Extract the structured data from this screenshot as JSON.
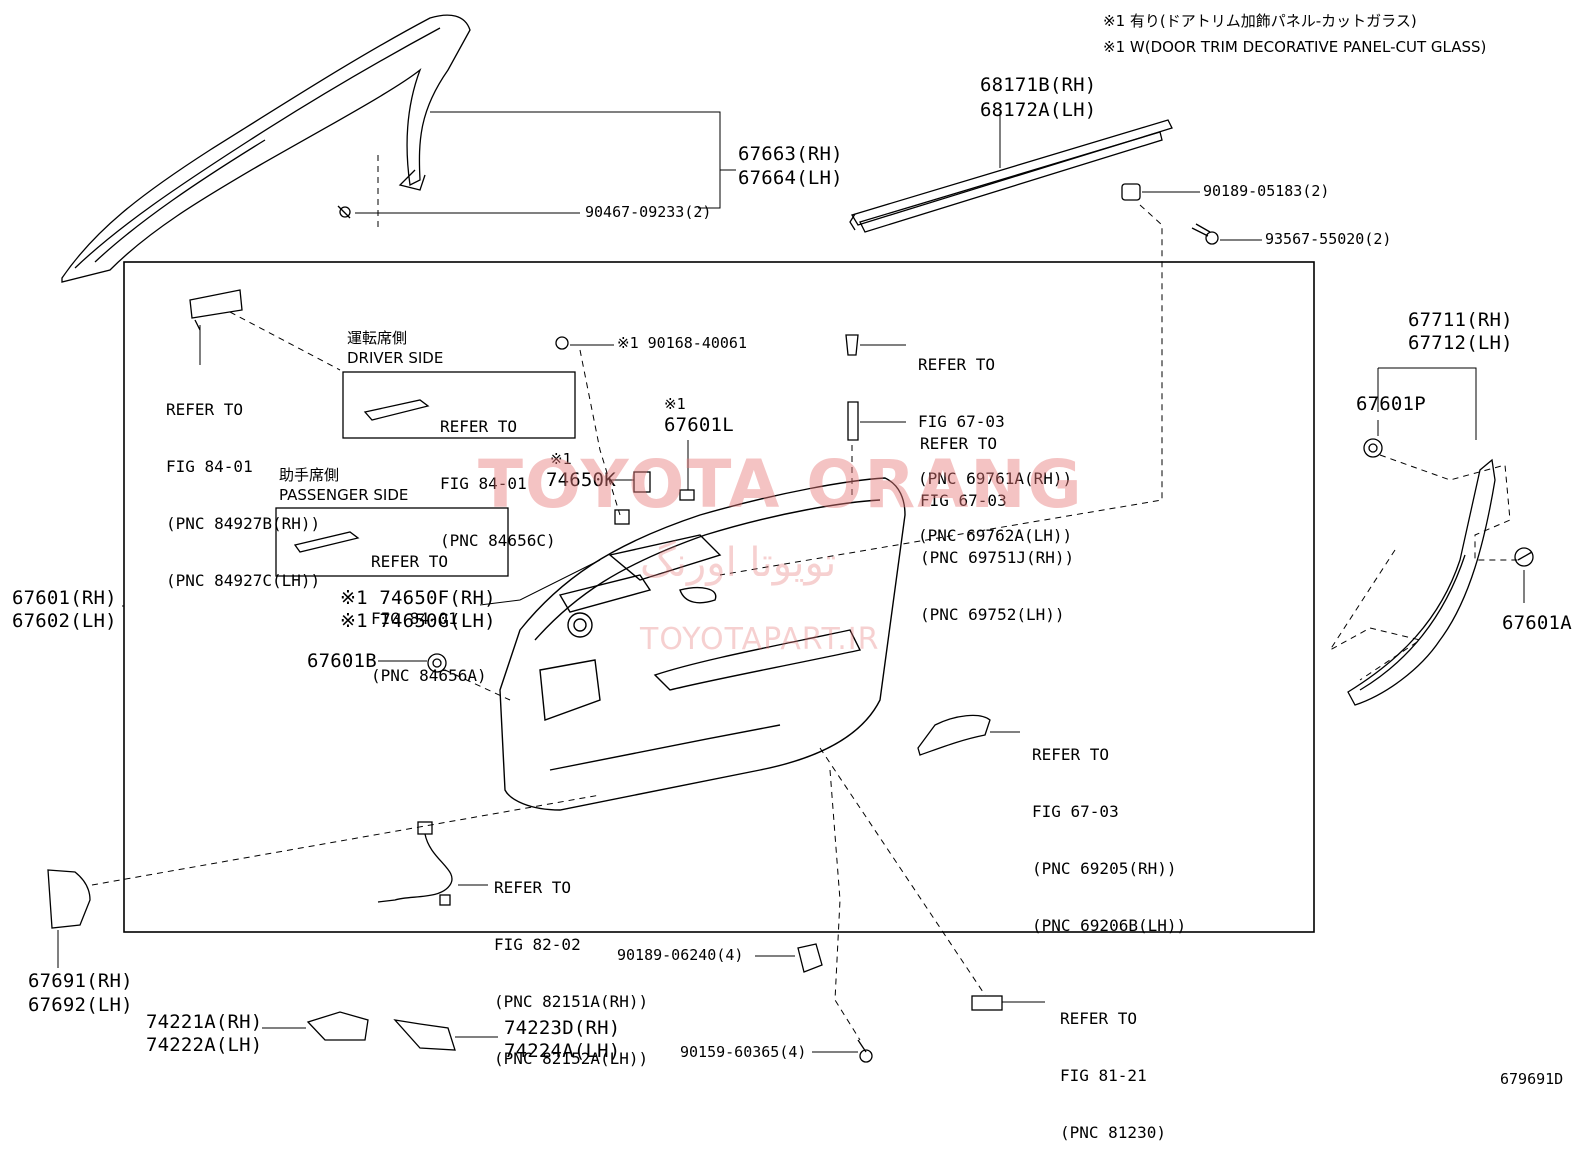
{
  "notes": {
    "line1": "※1 有り(ドアトリム加飾パネル-カットガラス)",
    "line2": "※1 W(DOOR TRIM DECORATIVE PANEL-CUT GLASS)"
  },
  "parts": {
    "p67663": "67663(RH)",
    "p67664": "67664(LH)",
    "p90467": "90467-09233(2)",
    "p68171": "68171B(RH)",
    "p68172": "68172A(LH)",
    "p90189a": "90189-05183(2)",
    "p93567": "93567-55020(2)",
    "p67711": "67711(RH)",
    "p67712": "67712(LH)",
    "p67601P": "67601P",
    "p67601A": "67601A",
    "p67601L": "67601L",
    "mark67601L": "※1",
    "p74650K": "74650K",
    "mark74650K": "※1",
    "p90168": "※1 90168-40061",
    "p67601": "67601(RH)",
    "p67602": "67602(LH)",
    "p74650F": "※1 74650F(RH)",
    "p74650G": "※1 74650G(LH)",
    "p67601B": "67601B",
    "p67691": "67691(RH)",
    "p67692": "67692(LH)",
    "p74221": "74221A(RH)",
    "p74222": "74222A(LH)",
    "p74223": "74223D(RH)",
    "p74224": "74224A(LH)",
    "p90189b": "90189-06240(4)",
    "p90159": "90159-60365(4)",
    "diagram_id": "679691D"
  },
  "refs": {
    "r84a": [
      "REFER TO",
      "FIG 84-01",
      "(PNC 84927B(RH))",
      "(PNC 84927C(LH))"
    ],
    "r84b": [
      "REFER TO",
      "FIG 84-01",
      "(PNC 84656C)"
    ],
    "r84c": [
      "REFER TO",
      "FIG 84-01",
      "(PNC 84656A)"
    ],
    "r67a": [
      "REFER TO",
      "FIG 67-03",
      "(PNC 69761A(RH))",
      "(PNC 69762A(LH))"
    ],
    "r67b": [
      "REFER TO",
      "FIG 67-03",
      "(PNC 69751J(RH))",
      "(PNC 69752(LH))"
    ],
    "r67c": [
      "REFER TO",
      "FIG 67-03",
      "(PNC 69205(RH))",
      "(PNC 69206B(LH))"
    ],
    "r82": [
      "REFER TO",
      "FIG 82-02",
      "(PNC 82151A(RH))",
      "(PNC 82152A(LH))"
    ],
    "r81": [
      "REFER TO",
      "FIG 81-21",
      "(PNC 81230)"
    ]
  },
  "sides": {
    "driver_jp": "運転席側",
    "driver_en": "DRIVER SIDE",
    "passenger_jp": "助手席側",
    "passenger_en": "PASSENGER SIDE"
  },
  "watermark": {
    "main": "TOYOTA ORANG",
    "persian": "تویوتا اورنگ",
    "site": "TOYOTAPART.IR",
    "color": "#e87b7b"
  }
}
